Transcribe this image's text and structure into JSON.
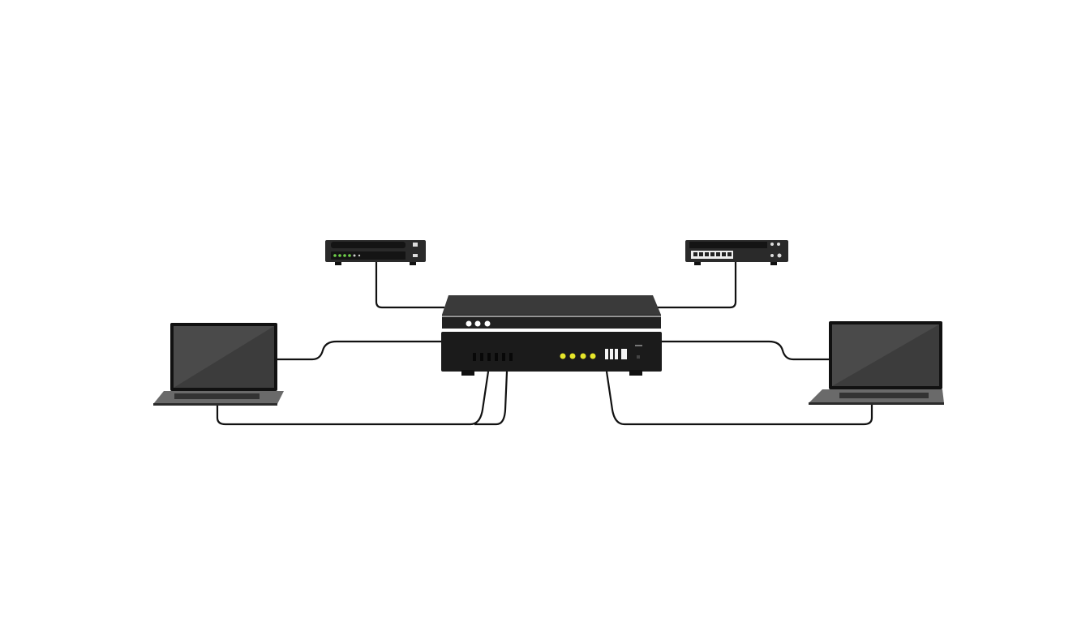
{
  "diagram": {
    "nodes": [
      {
        "id": "central-router",
        "kind": "router"
      },
      {
        "id": "switch-left",
        "kind": "switch"
      },
      {
        "id": "switch-right",
        "kind": "switch"
      },
      {
        "id": "laptop-left",
        "kind": "laptop"
      },
      {
        "id": "laptop-right",
        "kind": "laptop"
      }
    ],
    "edges": [
      [
        "switch-left",
        "central-router"
      ],
      [
        "switch-right",
        "central-router"
      ],
      [
        "laptop-left",
        "central-router"
      ],
      [
        "laptop-left",
        "central-router"
      ],
      [
        "laptop-right",
        "central-router"
      ],
      [
        "laptop-right",
        "central-router"
      ]
    ],
    "colors": {
      "background": "#ffffff",
      "device_body": "#1e1e1e",
      "device_top": "#3a3a3a",
      "cable": "#111111",
      "led_yellow": "#e6e62a",
      "led_green": "#6fcf4a",
      "screen": "#4a4a4a"
    }
  }
}
